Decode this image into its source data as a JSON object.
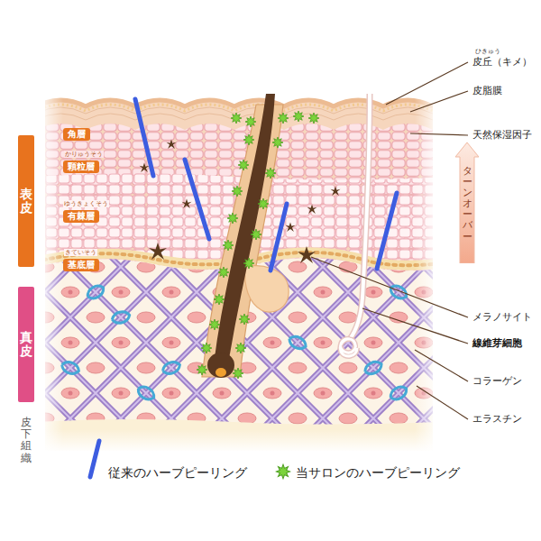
{
  "diagram": {
    "nodes": [
      {
        "text": [
          "表皮"
        ]
      },
      {
        "text": [
          "角層"
        ]
      },
      {
        "text": [
          "顆粒層"
        ]
      },
      {
        "text": [
          "有棘層"
        ]
      },
      {
        "text": [
          "基底層"
        ]
      },
      {
        "text": [
          "真皮"
        ]
      },
      {
        "text": [
          "ターンオーバー"
        ]
      }
    ],
    "labels": [
      "ひきゅう",
      "皮丘（キメ）",
      "皮脂膜",
      "天然保湿因子",
      "メラノサイト",
      "線維芽細胞",
      "コラーゲン",
      "エラスチン",
      "皮下組織",
      "かりゅうそう",
      "ゆうきょくそう",
      "きていそう"
    ],
    "legend": [
      {
        "text": "従来のハーブピーリング"
      },
      {
        "text": "当サロンのハーブピーリング"
      }
    ]
  }
}
